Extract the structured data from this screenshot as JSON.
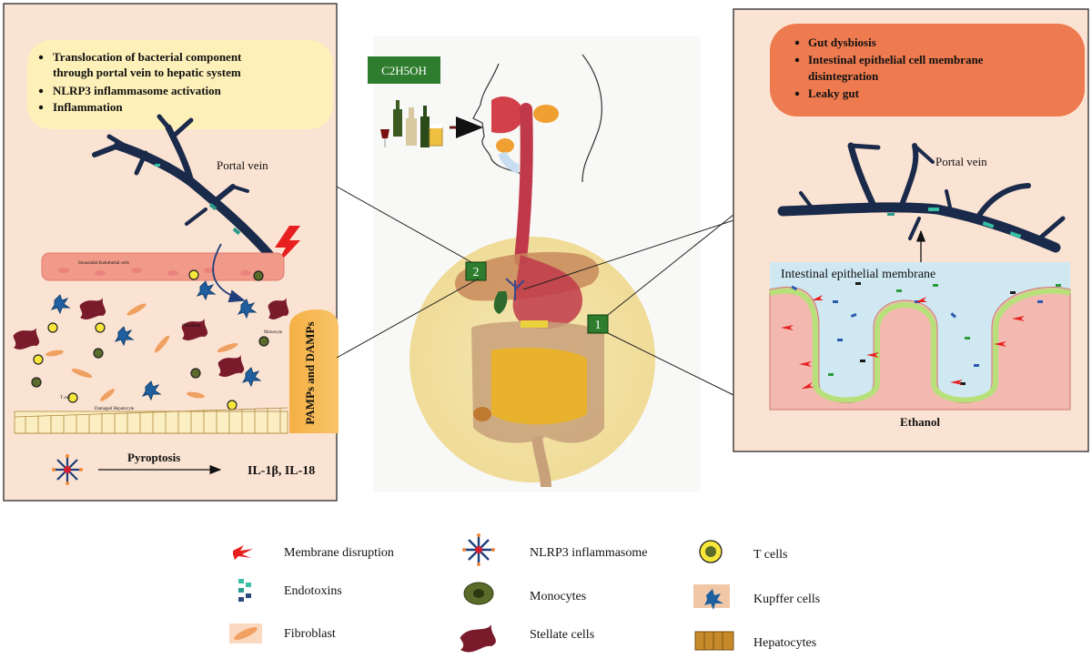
{
  "left_panel": {
    "bullets": [
      "Translocation of bacterial component",
      "through portal vein to hepatic system",
      "NLRP3 inflammasome activation",
      "Inflammation"
    ],
    "portal_vein_label": "Portal vein",
    "endothelial_label": "Sinusoidal Endothelial cells",
    "pamps_label": "PAMPs and DAMPs",
    "pyroptosis_label": "Pyroptosis",
    "cytokines_label": "IL-1β, IL-18",
    "tiny_labels": [
      "Fibroblast",
      "Monocyte",
      "T cell",
      "Damaged Hepatocyte",
      "Hepatocyte"
    ]
  },
  "center": {
    "formula_label": "C2H5OH",
    "step_1": "1",
    "step_2": "2"
  },
  "right_panel": {
    "bullets": [
      "Gut dysbiosis",
      "Intestinal epithelial cell membrane",
      "disintegration",
      "Leaky gut"
    ],
    "portal_vein_label": "Portal vein",
    "membrane_label": "Intestinal epithelial membrane",
    "ethanol_label": "Ethanol"
  },
  "legend": {
    "items": [
      "Membrane disruption",
      "Endotoxins",
      "Fibroblast",
      "NLRP3 inflammasome",
      "Monocytes",
      "Stellate cells",
      "T cells",
      "Kupffer cells",
      "Hepatocytes"
    ]
  },
  "colors": {
    "panel_fill": "#fbe3d3",
    "yellow_box": "#fdf0b8",
    "orange_box": "#ee7a4f",
    "green_label": "#2e7d2e",
    "vein": "#1a2a4a",
    "gut_red": "#c0394a",
    "gut_tan": "#c8a07a",
    "gut_yellow": "#e9b22c",
    "circle_yellow": "#f3e3a6"
  }
}
